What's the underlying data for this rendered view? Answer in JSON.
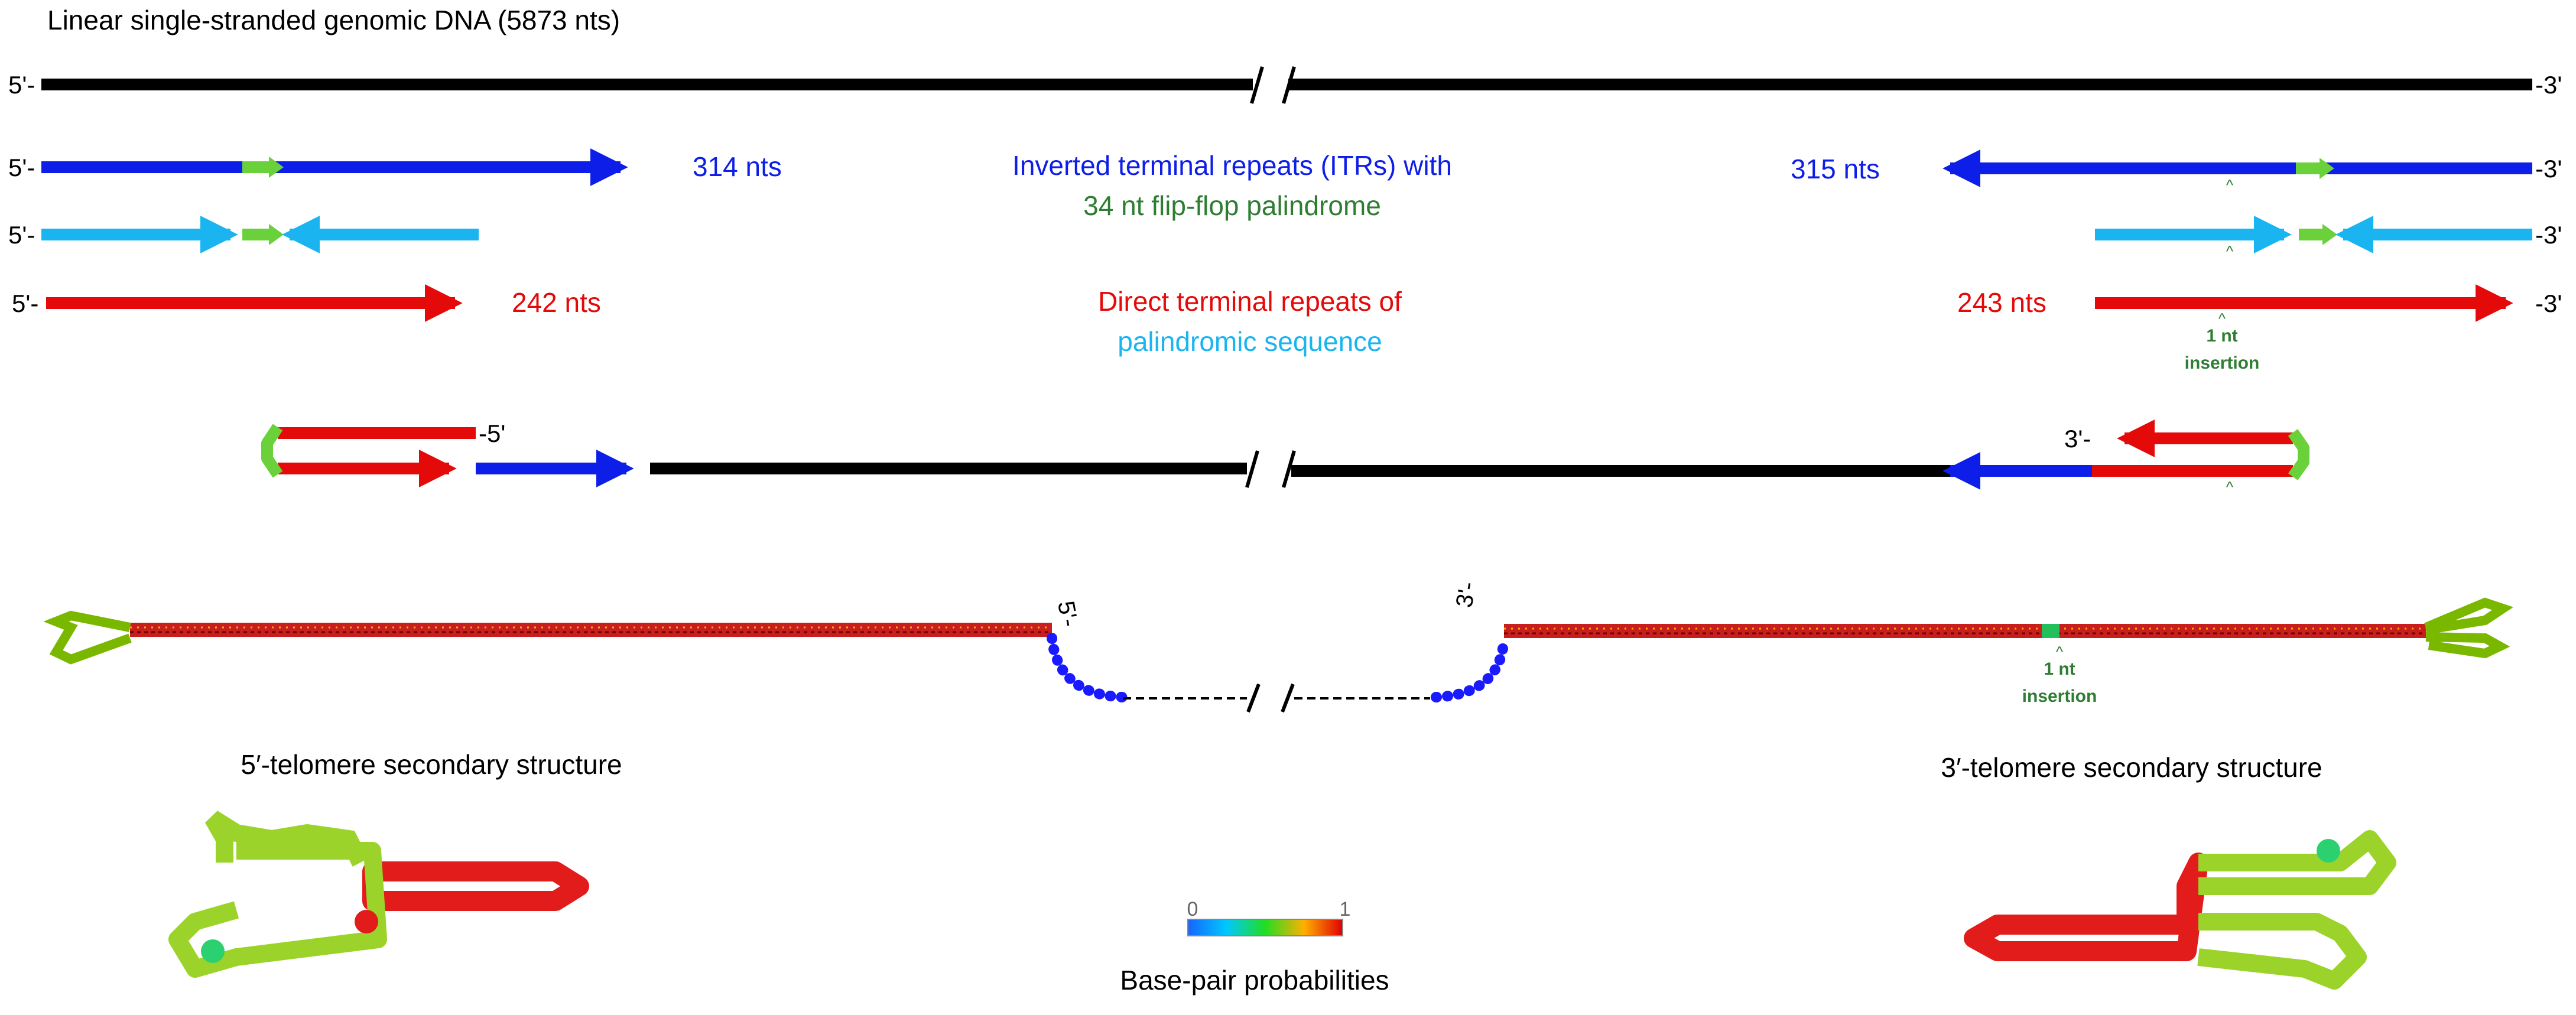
{
  "title": "Linear single-stranded genomic DNA (5873 nts)",
  "end_labels": {
    "five_prime": "5'-",
    "three_prime": "-3'",
    "five_prime_hairpin": "-5'",
    "three_prime_hairpin": "3'-",
    "five_prime_rot": "5'-",
    "three_prime_rot": "3'-"
  },
  "lengths": {
    "itr_left": "314 nts",
    "itr_right": "315 nts",
    "dtr_left": "242 nts",
    "dtr_right": "243 nts"
  },
  "labels": {
    "itr_line1": "Inverted terminal repeats (ITRs) with",
    "itr_line2": "34 nt flip-flop palindrome",
    "dtr_line1": "Direct terminal repeats of",
    "dtr_line2": "palindromic sequence",
    "insertion_line1": "1 nt",
    "insertion_line2": "insertion",
    "caret": "^",
    "telomere_5": "5′-telomere secondary structure",
    "telomere_3": "3′-telomere secondary structure",
    "colorbar_min": "0",
    "colorbar_max": "1",
    "colorbar_caption": "Base-pair probabilities"
  },
  "colors": {
    "genome": "#000000",
    "itr": "#0d1ee8",
    "palindrome": "#1ab4f0",
    "flipflop": "#6ad13b",
    "dtr": "#e50a0a",
    "annotation_green": "#2e7d32"
  }
}
